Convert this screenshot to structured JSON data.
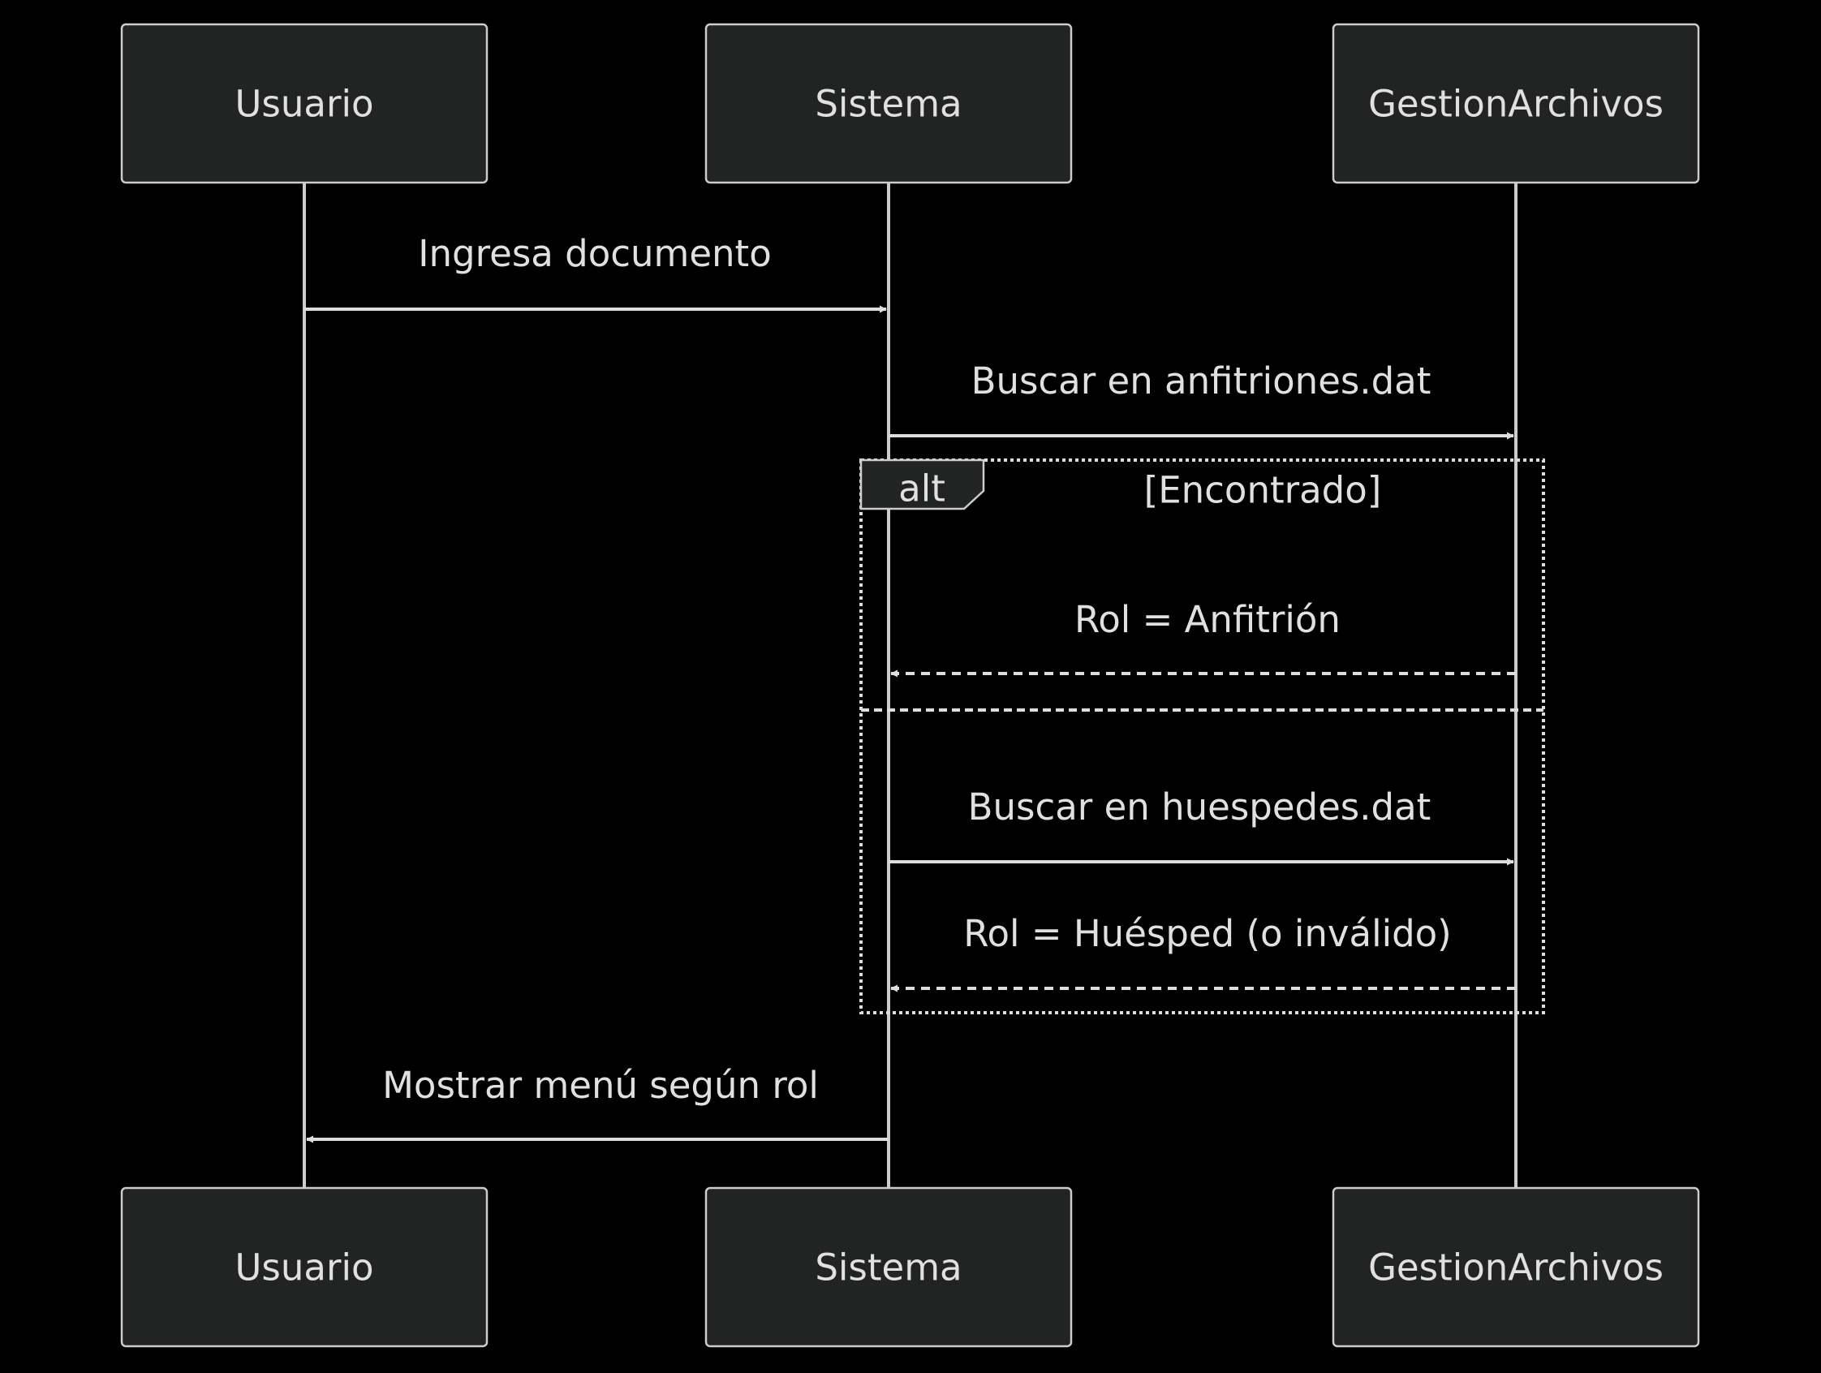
{
  "diagram": {
    "participants": [
      {
        "id": "usuario",
        "label": "Usuario"
      },
      {
        "id": "sistema",
        "label": "Sistema"
      },
      {
        "id": "gestion",
        "label": "GestionArchivos"
      }
    ],
    "messages": [
      {
        "id": "m1",
        "text": "Ingresa documento",
        "from": "usuario",
        "to": "sistema",
        "style": "solid"
      },
      {
        "id": "m2",
        "text": "Buscar en anfitriones.dat",
        "from": "sistema",
        "to": "gestion",
        "style": "solid"
      },
      {
        "id": "m3",
        "text": "Rol = Anfitrión",
        "from": "gestion",
        "to": "sistema",
        "style": "dashed"
      },
      {
        "id": "m4",
        "text": "Buscar en huespedes.dat",
        "from": "sistema",
        "to": "gestion",
        "style": "solid"
      },
      {
        "id": "m5",
        "text": "Rol = Huésped (o inválido)",
        "from": "gestion",
        "to": "sistema",
        "style": "dashed"
      },
      {
        "id": "m6",
        "text": "Mostrar menú según rol",
        "from": "sistema",
        "to": "usuario",
        "style": "solid"
      }
    ],
    "alt_frame": {
      "label": "alt",
      "condition": "[Encontrado]"
    }
  },
  "colors": {
    "background": "#000000",
    "actor_fill": "#222323",
    "line": "#dddddd",
    "text": "#e0e0e0"
  }
}
